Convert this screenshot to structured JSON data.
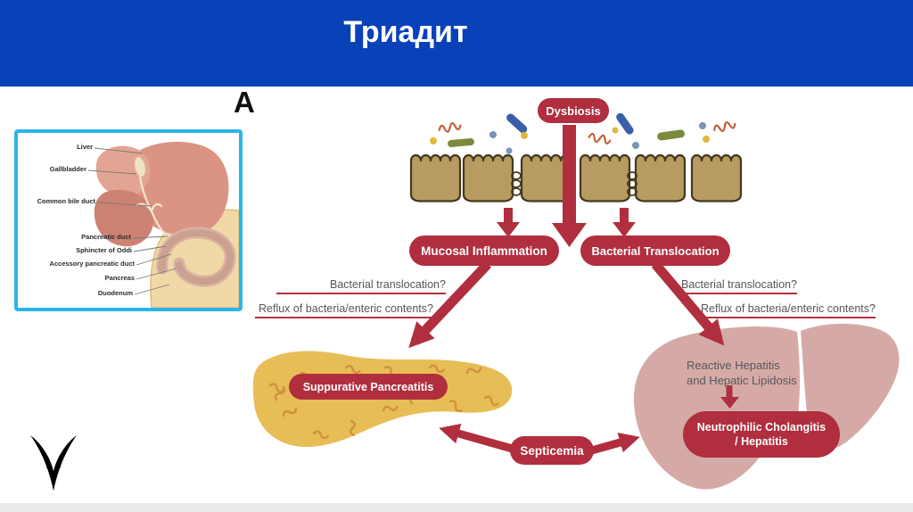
{
  "header": {
    "title": "Триадит"
  },
  "figure": {
    "panel_label": "A"
  },
  "anatomy_inset": {
    "labels": {
      "liver": "Liver",
      "gallbladder": "Gallbladder",
      "common_bile_duct": "Common bile duct",
      "pancreatic_duct": "Pancreatic duct",
      "sphincter_of_oddi": "Sphincter of Oddi",
      "accessory_pancreatic_duct": "Accessory pancreatic duct",
      "pancreas": "Pancreas",
      "duodenum": "Duodenum"
    }
  },
  "diagram": {
    "dysbiosis": "Dysbiosis",
    "mucosal_inflammation": "Mucosal Inflammation",
    "bacterial_translocation": "Bacterial Translocation",
    "left_question_1": "Bacterial translocation?",
    "left_question_2": "Reflux of bacteria/enteric contents?",
    "right_question_1": "Bacterial translocation?",
    "right_question_2": "Reflux of bacteria/enteric contents?",
    "suppurative_pancreatitis": "Suppurative Pancreatitis",
    "septicemia": "Septicemia",
    "reactive_hepatitis_line1": "Reactive Hepatitis",
    "reactive_hepatitis_line2": "and Hepatic Lipidosis",
    "neutrophilic_line1": "Neutrophilic Cholangitis",
    "neutrophilic_line2": "/ Hepatitis"
  },
  "colors": {
    "header_blue": "#0941b8",
    "node_red": "#b02e3e",
    "question_text_gray": "#55565b",
    "epithelium_tan": "#b79b60",
    "pancreas_gold": "#e7bd55",
    "liver_pink": "#d5aaa6",
    "inset_border_cyan": "#2ab5e6"
  }
}
